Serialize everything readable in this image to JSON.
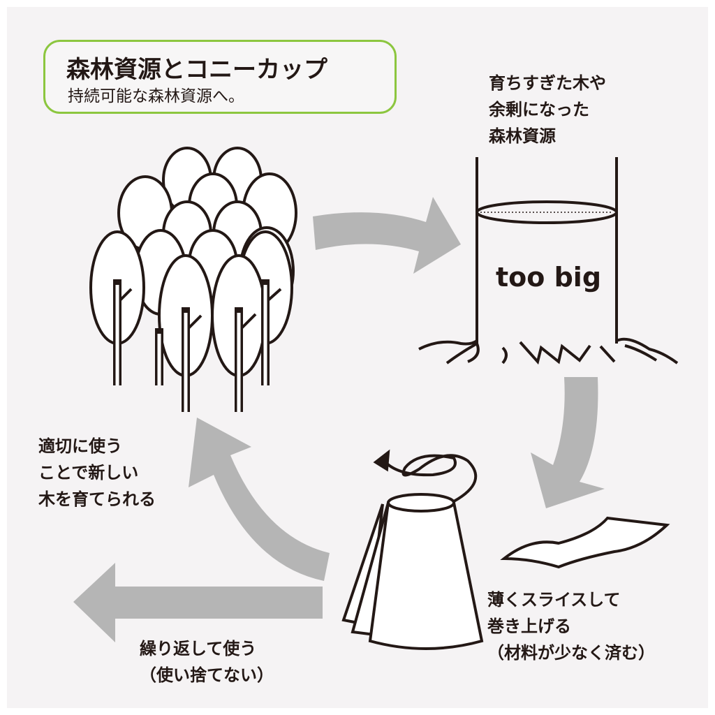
{
  "title": "森林資源とコニーカップ",
  "subtitle": "持続可能な森林資源へ。",
  "stump_caption": [
    "育ちすぎた木や",
    "余剰になった",
    "森林資源"
  ],
  "stump_label": "too big",
  "slice_caption": [
    "薄くスライスして",
    "巻き上げる",
    "（材料が少なく済む）"
  ],
  "reuse_caption": [
    "繰り返して使う",
    "（使い捨てない）"
  ],
  "regrow_caption": [
    "適切に使う",
    "ことで新しい",
    "木を育てられる"
  ],
  "colors": {
    "accent": "#8cc63f",
    "arrow": "#b5b5b5",
    "background": "#f5f3f4",
    "ink": "#231815"
  }
}
